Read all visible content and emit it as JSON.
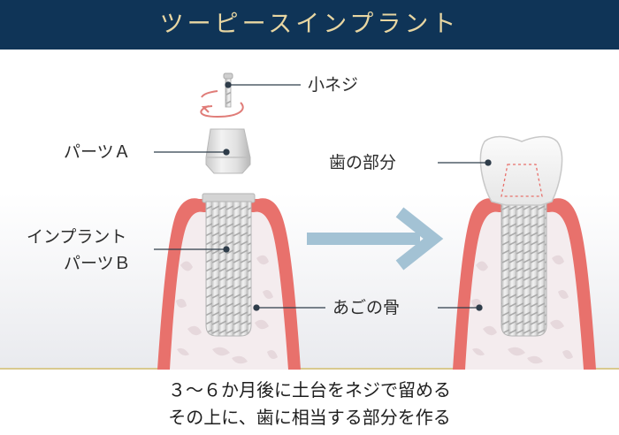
{
  "header": {
    "title": "ツーピースインプラント"
  },
  "labels": {
    "screw": "小ネジ",
    "part_a": "パーツＡ",
    "implant_line1": "インプラント",
    "implant_line2": "パーツＢ",
    "tooth_part": "歯の部分",
    "jaw_bone": "あごの骨"
  },
  "caption": {
    "line1": "３～６か月後に土台をネジで留める",
    "line2": "その上に、歯に相当する部分を作る"
  },
  "colors": {
    "header_bg": "#0f3457",
    "header_text": "#e8d6a2",
    "gum": "#e8716c",
    "arrow": "#a3c2d4",
    "rotate_arrow": "#e07c78",
    "accent_line": "#d9c98e"
  }
}
